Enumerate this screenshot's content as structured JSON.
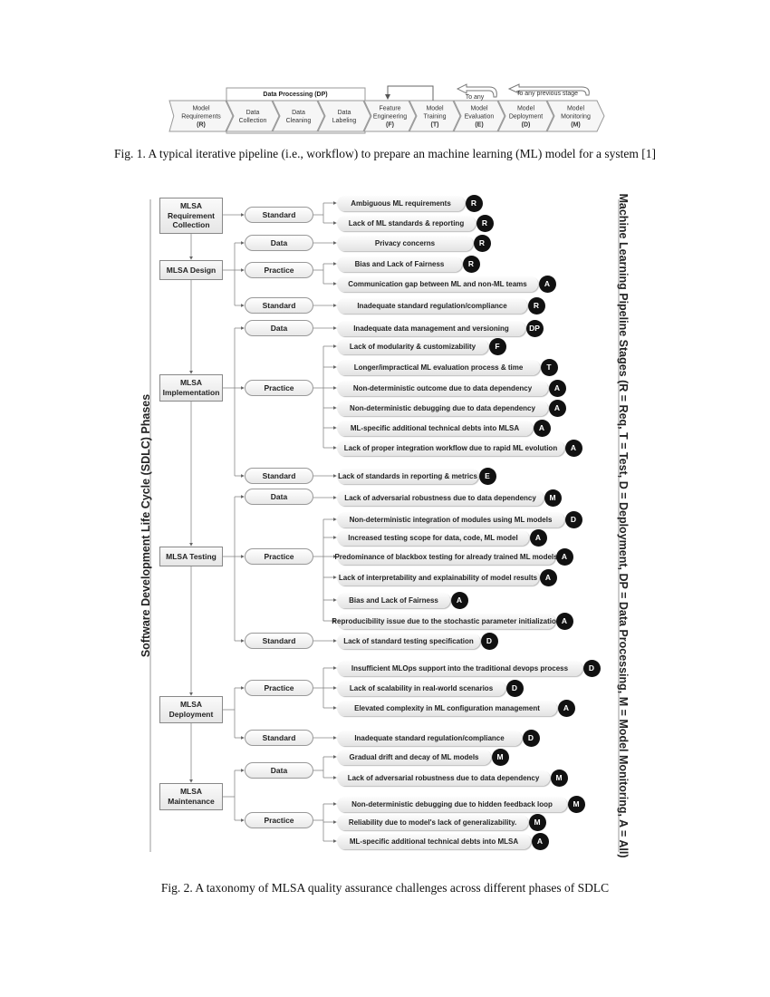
{
  "figure1": {
    "group_label": "Data Processing (DP)",
    "stages": [
      {
        "name": "Model Requirements",
        "lines": [
          "Model",
          "Requirements",
          "(R)"
        ]
      },
      {
        "name": "Data Collection",
        "lines": [
          "Data",
          "Collection"
        ]
      },
      {
        "name": "Data Cleaning",
        "lines": [
          "Data",
          "Cleaning"
        ]
      },
      {
        "name": "Data Labeling",
        "lines": [
          "Data",
          "Labeling"
        ]
      },
      {
        "name": "Feature Engineering",
        "lines": [
          "Feature",
          "Engineering",
          "(F)"
        ]
      },
      {
        "name": "Model Training",
        "lines": [
          "Model",
          "Training",
          "(T)"
        ]
      },
      {
        "name": "Model Evaluation",
        "lines": [
          "Model",
          "Evaluation",
          "(E)"
        ]
      },
      {
        "name": "Model Deployment",
        "lines": [
          "Model",
          "Deployment",
          "(D)"
        ]
      },
      {
        "name": "Model Monitoring",
        "lines": [
          "Model",
          "Monitoring",
          "(M)"
        ]
      }
    ],
    "arrow_labels": {
      "evaluation": "To any",
      "monitoring": "To any previous stage"
    },
    "caption": "Fig. 1. A typical iterative pipeline (i.e., workflow) to prepare an machine learning (ML) model for a system [1]"
  },
  "figure2": {
    "left_label": "Software Development Life Cycle (SDLC) Phases",
    "right_label": "Machine Learning Pipeline Stages (R = Req, T = Test, D = Deployment, DP = Data Processing, M = Model Monitoring, A = All)",
    "caption": "Fig. 2. A taxonomy of MLSA quality assurance challenges across different phases of SDLC",
    "phases": [
      {
        "name": "MLSA Requirement Collection",
        "categories": [
          {
            "name": "Standard",
            "challenges": [
              {
                "text": "Ambiguous ML requirements",
                "stage": "R"
              },
              {
                "text": "Lack of ML standards & reporting",
                "stage": "R"
              }
            ]
          }
        ]
      },
      {
        "name": "MLSA Design",
        "categories": [
          {
            "name": "Data",
            "challenges": [
              {
                "text": "Privacy concerns",
                "stage": "R"
              }
            ]
          },
          {
            "name": "Practice",
            "challenges": [
              {
                "text": "Bias and Lack of Fairness",
                "stage": "R"
              },
              {
                "text": "Communication gap between ML and non-ML teams",
                "stage": "A"
              }
            ]
          },
          {
            "name": "Standard",
            "challenges": [
              {
                "text": "Inadequate standard regulation/compliance",
                "stage": "R"
              }
            ]
          }
        ]
      },
      {
        "name": "MLSA Implementation",
        "categories": [
          {
            "name": "Data",
            "challenges": [
              {
                "text": "Inadequate data management and versioning",
                "stage": "DP"
              }
            ]
          },
          {
            "name": "Practice",
            "challenges": [
              {
                "text": "Lack of modularity & customizability",
                "stage": "F"
              },
              {
                "text": "Longer/impractical ML evaluation process & time",
                "stage": "T"
              },
              {
                "text": "Non-deterministic outcome due to data dependency",
                "stage": "A"
              },
              {
                "text": "Non-deterministic debugging due to data dependency",
                "stage": "A"
              },
              {
                "text": "ML-specific additional technical debts into MLSA",
                "stage": "A"
              },
              {
                "text": "Lack of proper integration workflow due to rapid ML evolution",
                "stage": "A"
              }
            ]
          },
          {
            "name": "Standard",
            "challenges": [
              {
                "text": "Lack of standards in reporting & metrics",
                "stage": "E"
              }
            ]
          }
        ]
      },
      {
        "name": "MLSA Testing",
        "categories": [
          {
            "name": "Data",
            "challenges": [
              {
                "text": "Lack of adversarial robustness due to data dependency",
                "stage": "M"
              }
            ]
          },
          {
            "name": "Practice",
            "challenges": [
              {
                "text": "Non-deterministic integration of modules using ML models",
                "stage": "D"
              },
              {
                "text": "Increased testing scope for data, code, ML model",
                "stage": "A"
              },
              {
                "text": "Predominance of blackbox testing for already trained ML models",
                "stage": "A"
              },
              {
                "text": "Lack of interpretability and explainability of model results",
                "stage": "A"
              },
              {
                "text": "Bias and Lack of Fairness",
                "stage": "A"
              },
              {
                "text": "Reproducibility issue due to the stochastic parameter initialization",
                "stage": "A"
              }
            ]
          },
          {
            "name": "Standard",
            "challenges": [
              {
                "text": "Lack of standard testing specification",
                "stage": "D"
              }
            ]
          }
        ]
      },
      {
        "name": "MLSA Deployment",
        "categories": [
          {
            "name": "Practice",
            "challenges": [
              {
                "text": "Insufficient MLOps support into the traditional devops process",
                "stage": "D"
              },
              {
                "text": "Lack of scalability in real-world scenarios",
                "stage": "D"
              },
              {
                "text": "Elevated complexity in ML configuration management",
                "stage": "A"
              }
            ]
          },
          {
            "name": "Standard",
            "challenges": [
              {
                "text": "Inadequate standard regulation/compliance",
                "stage": "D"
              }
            ]
          }
        ]
      },
      {
        "name": "MLSA Maintenance",
        "categories": [
          {
            "name": "Data",
            "challenges": [
              {
                "text": "Gradual drift and decay of ML models",
                "stage": "M"
              },
              {
                "text": "Lack of adversarial robustness due to data dependency",
                "stage": "M"
              }
            ]
          },
          {
            "name": "Practice",
            "challenges": [
              {
                "text": "Non-deterministic debugging due to hidden feedback loop",
                "stage": "M"
              },
              {
                "text": "Reliability due to model's lack of generalizability.",
                "stage": "M"
              },
              {
                "text": "ML-specific additional technical debts into MLSA",
                "stage": "A"
              }
            ]
          }
        ]
      }
    ]
  }
}
